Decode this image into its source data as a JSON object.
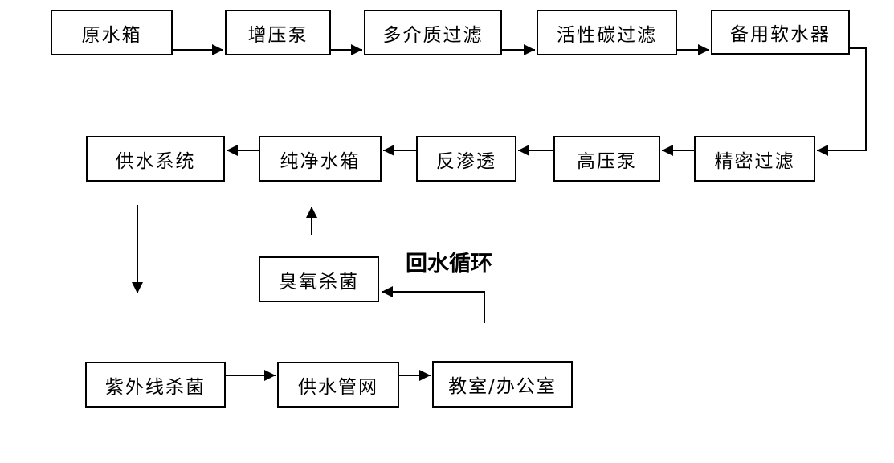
{
  "diagram": {
    "background_color": "#ffffff",
    "line_color": "#000000",
    "nodes": [
      {
        "label": "原水箱"
      },
      {
        "label": "增压泵"
      },
      {
        "label": "多介质过滤"
      },
      {
        "label": "活性碳过滤"
      },
      {
        "label": "备用软水器"
      },
      {
        "label": "供水系统"
      },
      {
        "label": "纯净水箱"
      },
      {
        "label": "反渗透"
      },
      {
        "label": "高压泵"
      },
      {
        "label": "精密过滤"
      },
      {
        "label": "臭氧杀菌"
      },
      {
        "label": "紫外线杀菌"
      },
      {
        "label": "供水管网"
      },
      {
        "label": "教室/办公室"
      }
    ],
    "annotation": {
      "label": "回水循环"
    },
    "edges": [
      {
        "from": "原水箱",
        "to": "增压泵"
      },
      {
        "from": "增压泵",
        "to": "多介质过滤"
      },
      {
        "from": "多介质过滤",
        "to": "活性碳过滤"
      },
      {
        "from": "活性碳过滤",
        "to": "备用软水器"
      },
      {
        "from": "备用软水器",
        "to": "精密过滤"
      },
      {
        "from": "精密过滤",
        "to": "高压泵"
      },
      {
        "from": "高压泵",
        "to": "反渗透"
      },
      {
        "from": "反渗透",
        "to": "纯净水箱"
      },
      {
        "from": "纯净水箱",
        "to": "供水系统"
      },
      {
        "from": "供水系统",
        "to": "紫外线杀菌"
      },
      {
        "from": "臭氧杀菌",
        "to": "纯净水箱"
      },
      {
        "from": "教室/办公室",
        "to": "臭氧杀菌",
        "label": "回水循环"
      },
      {
        "from": "紫外线杀菌",
        "to": "供水管网"
      },
      {
        "from": "供水管网",
        "to": "教室/办公室"
      }
    ]
  }
}
